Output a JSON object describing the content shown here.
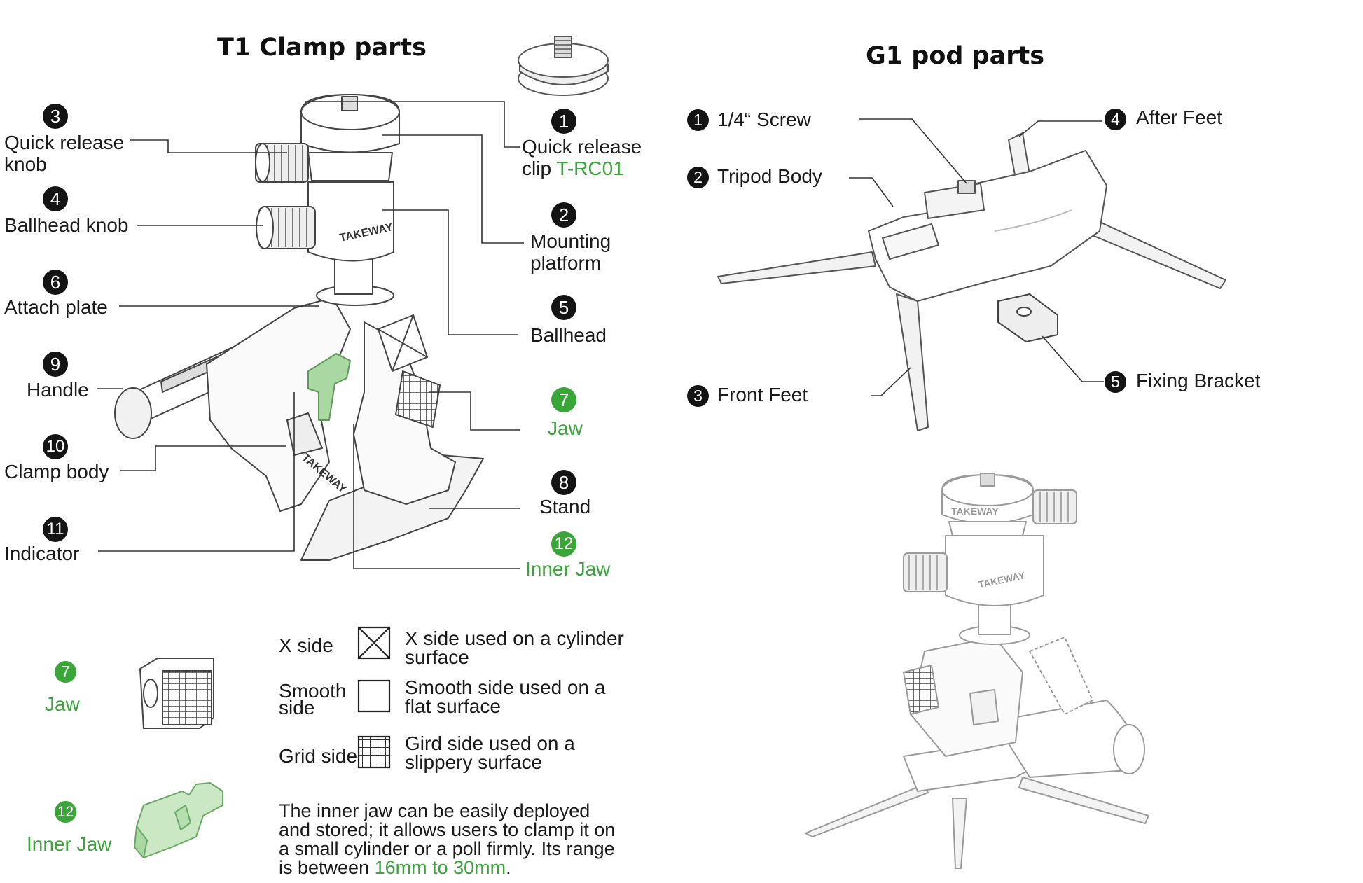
{
  "t1": {
    "title": "T1 Clamp parts",
    "parts": [
      {
        "num": "1",
        "lines": [
          "Quick release",
          "clip "
        ],
        "suffix": "T-RC01"
      },
      {
        "num": "2",
        "lines": [
          "Mounting",
          "platform"
        ]
      },
      {
        "num": "3",
        "lines": [
          "Quick release",
          "knob"
        ]
      },
      {
        "num": "4",
        "lines": [
          "Ballhead knob"
        ]
      },
      {
        "num": "5",
        "lines": [
          "Ballhead"
        ]
      },
      {
        "num": "6",
        "lines": [
          "Attach plate"
        ]
      },
      {
        "num": "7",
        "lines": [
          "Jaw"
        ]
      },
      {
        "num": "8",
        "lines": [
          "Stand"
        ]
      },
      {
        "num": "9",
        "lines": [
          "Handle"
        ]
      },
      {
        "num": "10",
        "lines": [
          "Clamp body"
        ]
      },
      {
        "num": "11",
        "lines": [
          "Indicator"
        ]
      },
      {
        "num": "12",
        "lines": [
          "Inner Jaw"
        ]
      }
    ],
    "brand": "TAKEWAY"
  },
  "g1": {
    "title": "G1 pod parts",
    "parts": [
      {
        "num": "1",
        "label": "1/4“ Screw"
      },
      {
        "num": "2",
        "label": "Tripod Body"
      },
      {
        "num": "3",
        "label": "Front Feet"
      },
      {
        "num": "4",
        "label": "After Feet"
      },
      {
        "num": "5",
        "label": "Fixing Bracket"
      }
    ]
  },
  "legend": {
    "jaw": {
      "num": "7",
      "label": "Jaw"
    },
    "sides": [
      {
        "name": "X side",
        "desc": [
          "X side  used on a cylinder",
          "surface"
        ]
      },
      {
        "name": "Smooth side",
        "desc": [
          "Smooth side   used on a",
          "flat surface"
        ]
      },
      {
        "name": "Grid side",
        "desc": [
          "Gird side used on a",
          "slippery surface"
        ]
      }
    ],
    "inner": {
      "num": "12",
      "label": "Inner Jaw"
    },
    "inner_text": [
      "The inner jaw can be easily deployed",
      "and stored; it allows users to clamp it on",
      "a small cylinder or a poll firmly. Its range",
      "is between "
    ],
    "range": "16mm to 30mm",
    "range_end": "."
  },
  "colors": {
    "accent_green": "#3aa63a",
    "badge": "#141414",
    "line": "#333333"
  }
}
